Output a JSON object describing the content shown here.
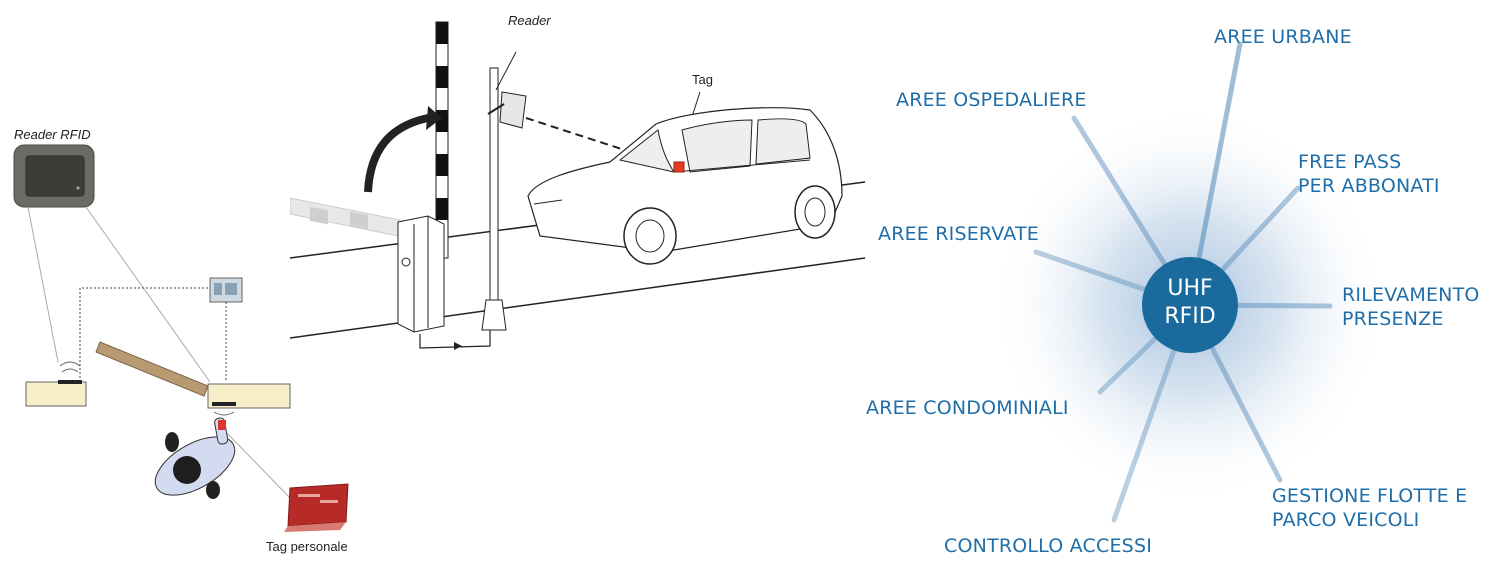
{
  "left_panel": {
    "reader_label": "Reader RFID",
    "tag_label": "Tag personale"
  },
  "middle_panel": {
    "reader_label": "Reader",
    "tag_label": "Tag"
  },
  "right_panel": {
    "center": {
      "line1": "UHF",
      "line2": "RFID"
    },
    "applications": [
      {
        "line1": "AREE URBANE"
      },
      {
        "line1": "AREE OSPEDALIERE"
      },
      {
        "line1": "FREE PASS",
        "line2": "PER ABBONATI"
      },
      {
        "line1": "AREE RISERVATE"
      },
      {
        "line1": "RILEVAMENTO",
        "line2": "PRESENZE"
      },
      {
        "line1": "AREE CONDOMINIALI"
      },
      {
        "line1": "GESTIONE FLOTTE E",
        "line2": "PARCO VEICOLI"
      },
      {
        "line1": "CONTROLLO ACCESSI"
      }
    ],
    "colors": {
      "label": "#1f6ea8",
      "center_fill": "#1b6a9e",
      "glow": "#c6d8ea"
    }
  }
}
